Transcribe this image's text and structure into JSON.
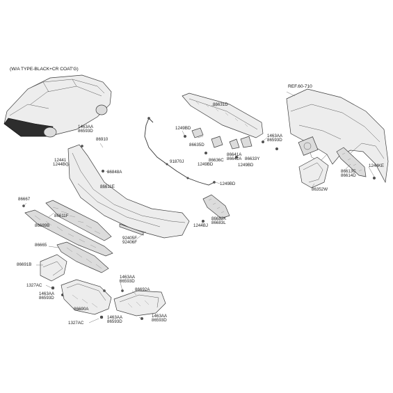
{
  "header": {
    "note": "(W/A TYPE-BLACK+CR COAT'G)"
  },
  "ref": {
    "label": "REF.60-710"
  },
  "callouts": {
    "c_86631D": "86631D",
    "c_1249BD_a": "1249BD",
    "c_86635D": "86635D",
    "c_1463AA_a": "1463AA",
    "c_86593D_a": "86593D",
    "c_86636C": "86636C",
    "c_1249BD_b": "1249BD",
    "c_86641A": "86641A",
    "c_86642A": "86642A",
    "c_86633Y": "86633Y",
    "c_1249BD_c": "1249BD",
    "c_1463AA_b": "1463AA",
    "c_86593D_b": "86593D",
    "c_86910": "86910",
    "c_12441": "12441",
    "c_1244BG": "1244BG",
    "c_86848A": "86848A",
    "c_91870J": "91870J",
    "c_86611E": "86611E",
    "c_1249BD_d": "1249BD",
    "c_86667": "86667",
    "c_86611F": "86611F",
    "c_86689B": "86689B",
    "c_86683K": "86683K",
    "c_86683L": "86683L",
    "c_1244BJ": "1244BJ",
    "c_92405F": "92405F",
    "c_92406F": "92406F",
    "c_86665": "86665",
    "c_86691B": "86691B",
    "c_1327AC_a": "1327AC",
    "c_1463AA_c": "1463AA",
    "c_86593D_c": "86593D",
    "c_1463AA_d": "1463AA",
    "c_86593D_d": "86593D",
    "c_86692A": "86692A",
    "c_86690A": "86690A",
    "c_1327AC_b": "1327AC",
    "c_1463AA_e": "1463AA",
    "c_86593D_e": "86593D",
    "c_1463AA_f": "1463AA",
    "c_86593D_f": "86593D",
    "c_86613C": "86613C",
    "c_86614D": "86614D",
    "c_1244KE": "1244KE",
    "c_86352W": "86352W"
  }
}
